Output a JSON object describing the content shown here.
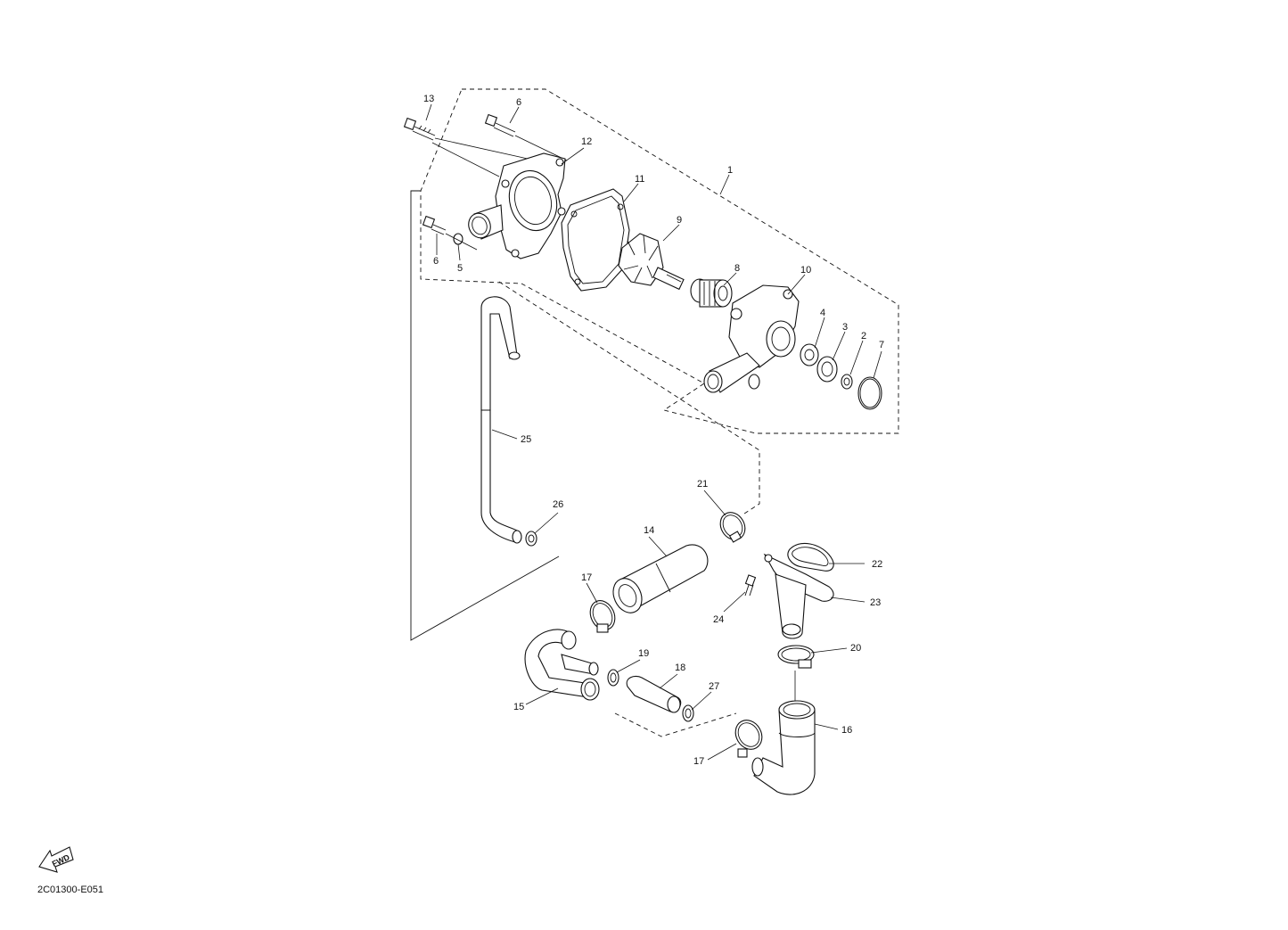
{
  "diagram": {
    "code": "2C01300-E051",
    "fwd_label": "FWD",
    "callouts": [
      {
        "id": "c1",
        "text": "1"
      },
      {
        "id": "c2",
        "text": "2"
      },
      {
        "id": "c3",
        "text": "3"
      },
      {
        "id": "c4",
        "text": "4"
      },
      {
        "id": "c5",
        "text": "5"
      },
      {
        "id": "c6a",
        "text": "6"
      },
      {
        "id": "c6b",
        "text": "6"
      },
      {
        "id": "c7",
        "text": "7"
      },
      {
        "id": "c8",
        "text": "8"
      },
      {
        "id": "c9",
        "text": "9"
      },
      {
        "id": "c10",
        "text": "10"
      },
      {
        "id": "c11",
        "text": "11"
      },
      {
        "id": "c12",
        "text": "12"
      },
      {
        "id": "c13",
        "text": "13"
      },
      {
        "id": "c14",
        "text": "14"
      },
      {
        "id": "c15",
        "text": "15"
      },
      {
        "id": "c16",
        "text": "16"
      },
      {
        "id": "c17a",
        "text": "17"
      },
      {
        "id": "c17b",
        "text": "17"
      },
      {
        "id": "c18",
        "text": "18"
      },
      {
        "id": "c19",
        "text": "19"
      },
      {
        "id": "c20",
        "text": "20"
      },
      {
        "id": "c21",
        "text": "21"
      },
      {
        "id": "c22",
        "text": "22"
      },
      {
        "id": "c23",
        "text": "23"
      },
      {
        "id": "c24",
        "text": "24"
      },
      {
        "id": "c25",
        "text": "25"
      },
      {
        "id": "c26",
        "text": "26"
      },
      {
        "id": "c27",
        "text": "27"
      }
    ]
  }
}
